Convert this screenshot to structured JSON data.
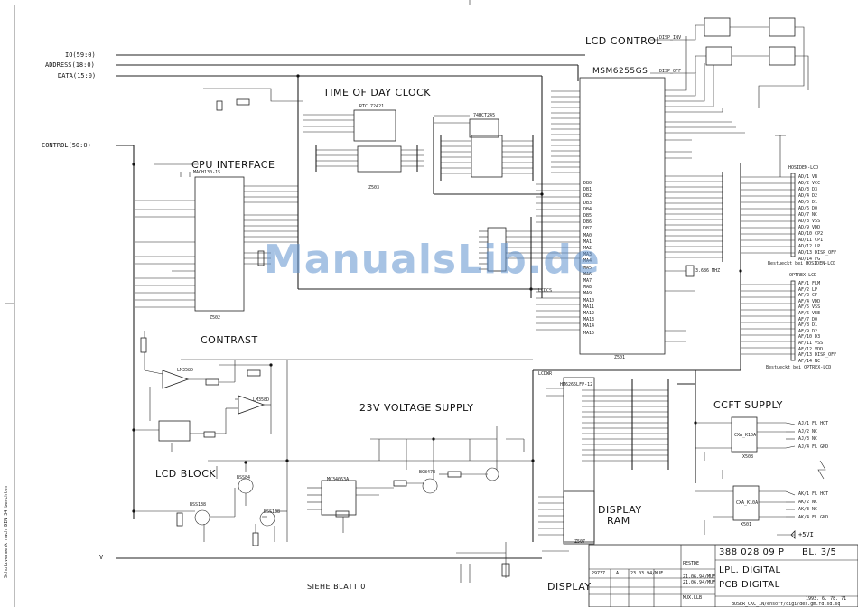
{
  "nets": {
    "io": "IO(59:0)",
    "address": "ADDRESS(18:0)",
    "data": "DATA(15:0)",
    "control": "CONTROL(50:0)",
    "v": "V",
    "plus5vi": "+5VI"
  },
  "sections": {
    "lcd_control": "LCD CONTROL",
    "time_of_day": "TIME OF DAY CLOCK",
    "cpu_interface": "CPU INTERFACE",
    "contrast": "CONTRAST",
    "voltage_23v": "23V VOLTAGE SUPPLY",
    "ccft_supply": "CCFT SUPPLY",
    "lcd_block": "LCD BLOCK",
    "display_ram_1": "DISPLAY",
    "display_ram_2": "RAM",
    "display": "DISPLAY"
  },
  "parts": {
    "msm6255": "MSM6255GS",
    "rtc": "RTC 72421",
    "z503": "Z503",
    "z502": "Z502",
    "z501": "Z501",
    "z507": "Z507",
    "cpu_ic": "MACH130-15",
    "buffer_ic": "74HCT245",
    "ram_ic": "HM6265LFP-12",
    "lm358_a": "LM358D",
    "lm358_b": "LM358D",
    "x508": "X508",
    "x501": "X501",
    "cxa_a": "CXA_K10A",
    "cxa_b": "CXA_K10A",
    "hosiden_lcd": "HOSIDEN-LCD",
    "optrex_lcd": "OPTREX-LCD",
    "bestueckt_hosiden": "Bestueckt bei HOSIDEN-LCD",
    "bestueckt_optrex": "Bestueckt bei OPTREX-LCD",
    "mc34063": "MC34063A",
    "bc847b": "BC847B",
    "bss138_a": "BSS138",
    "bss138_b": "BSS138",
    "bss84": "BSS84",
    "crystal": "3.686 MHZ",
    "lcdwr": "LCDWR",
    "lcdcs": "LCDCS",
    "disp_inv": "DISP_INV",
    "disp_off": "DISP_OFF",
    "siehe_blatt": "SIEHE BLATT 0"
  },
  "msm_pins": [
    "DB0",
    "DB1",
    "DB2",
    "DB3",
    "DB4",
    "DB5",
    "DB6",
    "DB7",
    "MA0",
    "MA1",
    "MA2",
    "MA3",
    "MA4",
    "MA5",
    "MA6",
    "MA7",
    "MA8",
    "MA9",
    "MA10",
    "MA11",
    "MA12",
    "MA13",
    "MA14",
    "MA15"
  ],
  "lcd_pins": [
    "AD/1 VB",
    "AD/2 VCC",
    "AD/3 D3",
    "AD/4 D2",
    "AD/5 D1",
    "AD/6 D0",
    "AD/7 NC",
    "AD/8 VSS",
    "AD/9 VDD",
    "AD/10 CP2",
    "AD/11 CP1",
    "AD/12 LP",
    "AD/13 DISP_OFF",
    "AD/14 FG"
  ],
  "optrex_pins": [
    "AF/1 FLM",
    "AF/2 LP",
    "AF/3 CP",
    "AF/4 VDD",
    "AF/5 VSS",
    "AF/6 VEE",
    "AF/7 D0",
    "AF/8 D1",
    "AF/9 D2",
    "AF/10 D3",
    "AF/11 VSS",
    "AF/12 VDD",
    "AF/13 DISP_OFF",
    "AF/14 NC"
  ],
  "ccft_pins": [
    "AJ/1 FL HOT",
    "AJ/2 NC",
    "AJ/3 NC",
    "AJ/4 FL GND"
  ],
  "ccft_pins_b": [
    "AK/1 FL HOT",
    "AK/2 NC",
    "AK/3 NC",
    "AK/4 FL GND"
  ],
  "title_block": {
    "doc_no": "388 028 09 P",
    "sheet": "BL. 3/5",
    "line1": "LPL. DIGITAL",
    "line2": "PCB DIGITAL",
    "pestde": "PESTDE",
    "rev_no": "29737",
    "rev_letter": "A",
    "rev_date": "23.03.94/MUF",
    "date_a": "21.06.94/MUF",
    "date_b": "21.06.94/MUF",
    "mux": "MUX.LLB",
    "small_date": "1993. 6. 78. 71",
    "path": "BUSER_CKC_IN/ensoff/digi/des.gm.fd.sd.sq"
  },
  "margin_note": "Schutzvermerk nach DIN 34 beachten",
  "watermark": "ManualsLib.de"
}
